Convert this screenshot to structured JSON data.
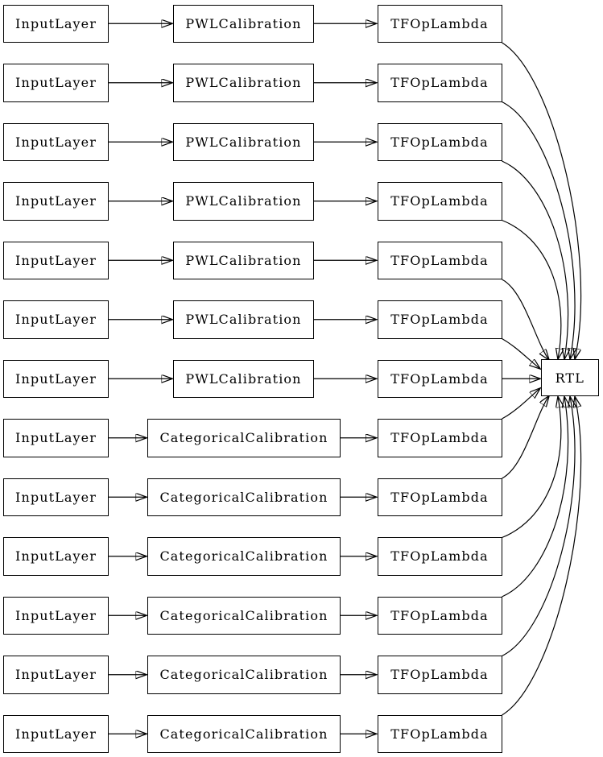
{
  "diagram": {
    "output_node": {
      "label": "RTL"
    },
    "rows": [
      {
        "input": "InputLayer",
        "calibration": "PWLCalibration",
        "op": "TFOpLambda"
      },
      {
        "input": "InputLayer",
        "calibration": "PWLCalibration",
        "op": "TFOpLambda"
      },
      {
        "input": "InputLayer",
        "calibration": "PWLCalibration",
        "op": "TFOpLambda"
      },
      {
        "input": "InputLayer",
        "calibration": "PWLCalibration",
        "op": "TFOpLambda"
      },
      {
        "input": "InputLayer",
        "calibration": "PWLCalibration",
        "op": "TFOpLambda"
      },
      {
        "input": "InputLayer",
        "calibration": "PWLCalibration",
        "op": "TFOpLambda"
      },
      {
        "input": "InputLayer",
        "calibration": "PWLCalibration",
        "op": "TFOpLambda"
      },
      {
        "input": "InputLayer",
        "calibration": "CategoricalCalibration",
        "op": "TFOpLambda"
      },
      {
        "input": "InputLayer",
        "calibration": "CategoricalCalibration",
        "op": "TFOpLambda"
      },
      {
        "input": "InputLayer",
        "calibration": "CategoricalCalibration",
        "op": "TFOpLambda"
      },
      {
        "input": "InputLayer",
        "calibration": "CategoricalCalibration",
        "op": "TFOpLambda"
      },
      {
        "input": "InputLayer",
        "calibration": "CategoricalCalibration",
        "op": "TFOpLambda"
      },
      {
        "input": "InputLayer",
        "calibration": "CategoricalCalibration",
        "op": "TFOpLambda"
      }
    ]
  },
  "colors": {
    "background": "#ffffff",
    "edge": "#000000",
    "node_border": "#000000",
    "node_fill": "#ffffff"
  }
}
